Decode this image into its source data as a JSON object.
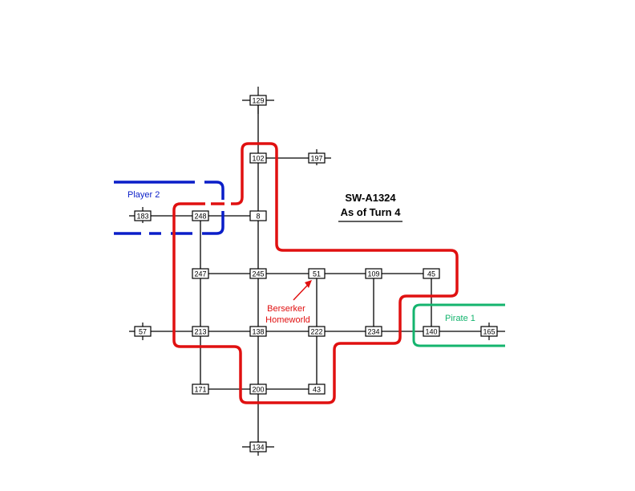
{
  "title": {
    "line1": "SW-A1324",
    "line2": "As of Turn 4"
  },
  "colors": {
    "berserker": "#e01010",
    "player2": "#0a1ec8",
    "pirate1": "#14b46e",
    "lines": "#000000"
  },
  "nodes": [
    {
      "id": "n129",
      "label": "129"
    },
    {
      "id": "n102",
      "label": "102"
    },
    {
      "id": "n197",
      "label": "197"
    },
    {
      "id": "n183",
      "label": "183"
    },
    {
      "id": "n248",
      "label": "248"
    },
    {
      "id": "n8",
      "label": "8"
    },
    {
      "id": "n247",
      "label": "247"
    },
    {
      "id": "n245",
      "label": "245"
    },
    {
      "id": "n51",
      "label": "51"
    },
    {
      "id": "n109",
      "label": "109"
    },
    {
      "id": "n45",
      "label": "45"
    },
    {
      "id": "n57",
      "label": "57"
    },
    {
      "id": "n213",
      "label": "213"
    },
    {
      "id": "n138",
      "label": "138"
    },
    {
      "id": "n222",
      "label": "222"
    },
    {
      "id": "n234",
      "label": "234"
    },
    {
      "id": "n140",
      "label": "140"
    },
    {
      "id": "n165",
      "label": "165"
    },
    {
      "id": "n171",
      "label": "171"
    },
    {
      "id": "n200",
      "label": "200"
    },
    {
      "id": "n43",
      "label": "43"
    },
    {
      "id": "n134",
      "label": "134"
    }
  ],
  "connections": [
    [
      "n129",
      "n102"
    ],
    [
      "n102",
      "n8"
    ],
    [
      "n102",
      "n197"
    ],
    [
      "n183",
      "n248"
    ],
    [
      "n248",
      "n8"
    ],
    [
      "n8",
      "n245"
    ],
    [
      "n248",
      "n247"
    ],
    [
      "n247",
      "n245"
    ],
    [
      "n245",
      "n51"
    ],
    [
      "n51",
      "n109"
    ],
    [
      "n109",
      "n45"
    ],
    [
      "n247",
      "n213"
    ],
    [
      "n245",
      "n138"
    ],
    [
      "n51",
      "n222"
    ],
    [
      "n109",
      "n234"
    ],
    [
      "n45",
      "n140"
    ],
    [
      "n57",
      "n213"
    ],
    [
      "n213",
      "n138"
    ],
    [
      "n138",
      "n222"
    ],
    [
      "n222",
      "n234"
    ],
    [
      "n234",
      "n140"
    ],
    [
      "n140",
      "n165"
    ],
    [
      "n213",
      "n171"
    ],
    [
      "n138",
      "n200"
    ],
    [
      "n222",
      "n43"
    ],
    [
      "n171",
      "n200"
    ],
    [
      "n200",
      "n43"
    ],
    [
      "n200",
      "n134"
    ]
  ],
  "regions": {
    "player2": {
      "label": "Player 2"
    },
    "pirate1": {
      "label": "Pirate 1"
    },
    "berserker": {
      "label_line1": "Berserker",
      "label_line2": "Homeworld"
    }
  }
}
